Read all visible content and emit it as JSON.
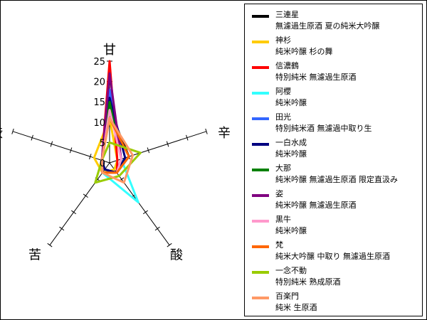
{
  "chart_data": {
    "type": "radar",
    "axes": [
      "甘",
      "辛",
      "酸",
      "苦",
      "渋"
    ],
    "ticks": [
      "0",
      "5",
      "10",
      "15",
      "20",
      "25"
    ],
    "range": [
      0,
      25
    ],
    "legend_position": "right",
    "series": [
      {
        "name": "三連星",
        "sub": "無濾過生原酒 夏の純米大吟醸",
        "color": "#000000",
        "values": [
          13,
          5,
          3,
          2,
          2
        ]
      },
      {
        "name": "神杉",
        "sub": "純米吟醸 杉の舞",
        "color": "#ffcc00",
        "values": [
          11,
          2,
          2,
          3,
          4
        ]
      },
      {
        "name": "信濃鶴",
        "sub": "特別純米 無濾過生原酒",
        "color": "#ff0000",
        "values": [
          25,
          2,
          3,
          2,
          2
        ]
      },
      {
        "name": "阿櫻",
        "sub": "純米吟醸",
        "color": "#33ffff",
        "values": [
          15,
          3,
          12,
          3,
          2
        ]
      },
      {
        "name": "田光",
        "sub": "特別純米酒 無濾過中取り生",
        "color": "#3366ff",
        "values": [
          18,
          3,
          3,
          2,
          2
        ]
      },
      {
        "name": "一白水成",
        "sub": "純米吟醸",
        "color": "#000080",
        "values": [
          16,
          4,
          3,
          2,
          2
        ]
      },
      {
        "name": "大那",
        "sub": "純米吟醸 無濾過生原酒 限定直汲み",
        "color": "#008000",
        "values": [
          15,
          3,
          3,
          3,
          2
        ]
      },
      {
        "name": "姿",
        "sub": "純米吟醸 無濾過生原酒",
        "color": "#800080",
        "values": [
          22,
          3,
          3,
          3,
          2
        ]
      },
      {
        "name": "黒牛",
        "sub": "純米吟醸",
        "color": "#ff99cc",
        "values": [
          13,
          3,
          3,
          3,
          2
        ]
      },
      {
        "name": "梵",
        "sub": "純米大吟醸 中取り 無濾過生原酒",
        "color": "#ff6600",
        "values": [
          11,
          5,
          3,
          3,
          2
        ]
      },
      {
        "name": "一念不動",
        "sub": "特別純米 熟成原酒",
        "color": "#99cc00",
        "values": [
          5,
          8,
          4,
          6,
          2
        ]
      },
      {
        "name": "百楽門",
        "sub": "純米 生原酒",
        "color": "#ff9966",
        "values": [
          11,
          6,
          6,
          3,
          2
        ]
      }
    ]
  }
}
